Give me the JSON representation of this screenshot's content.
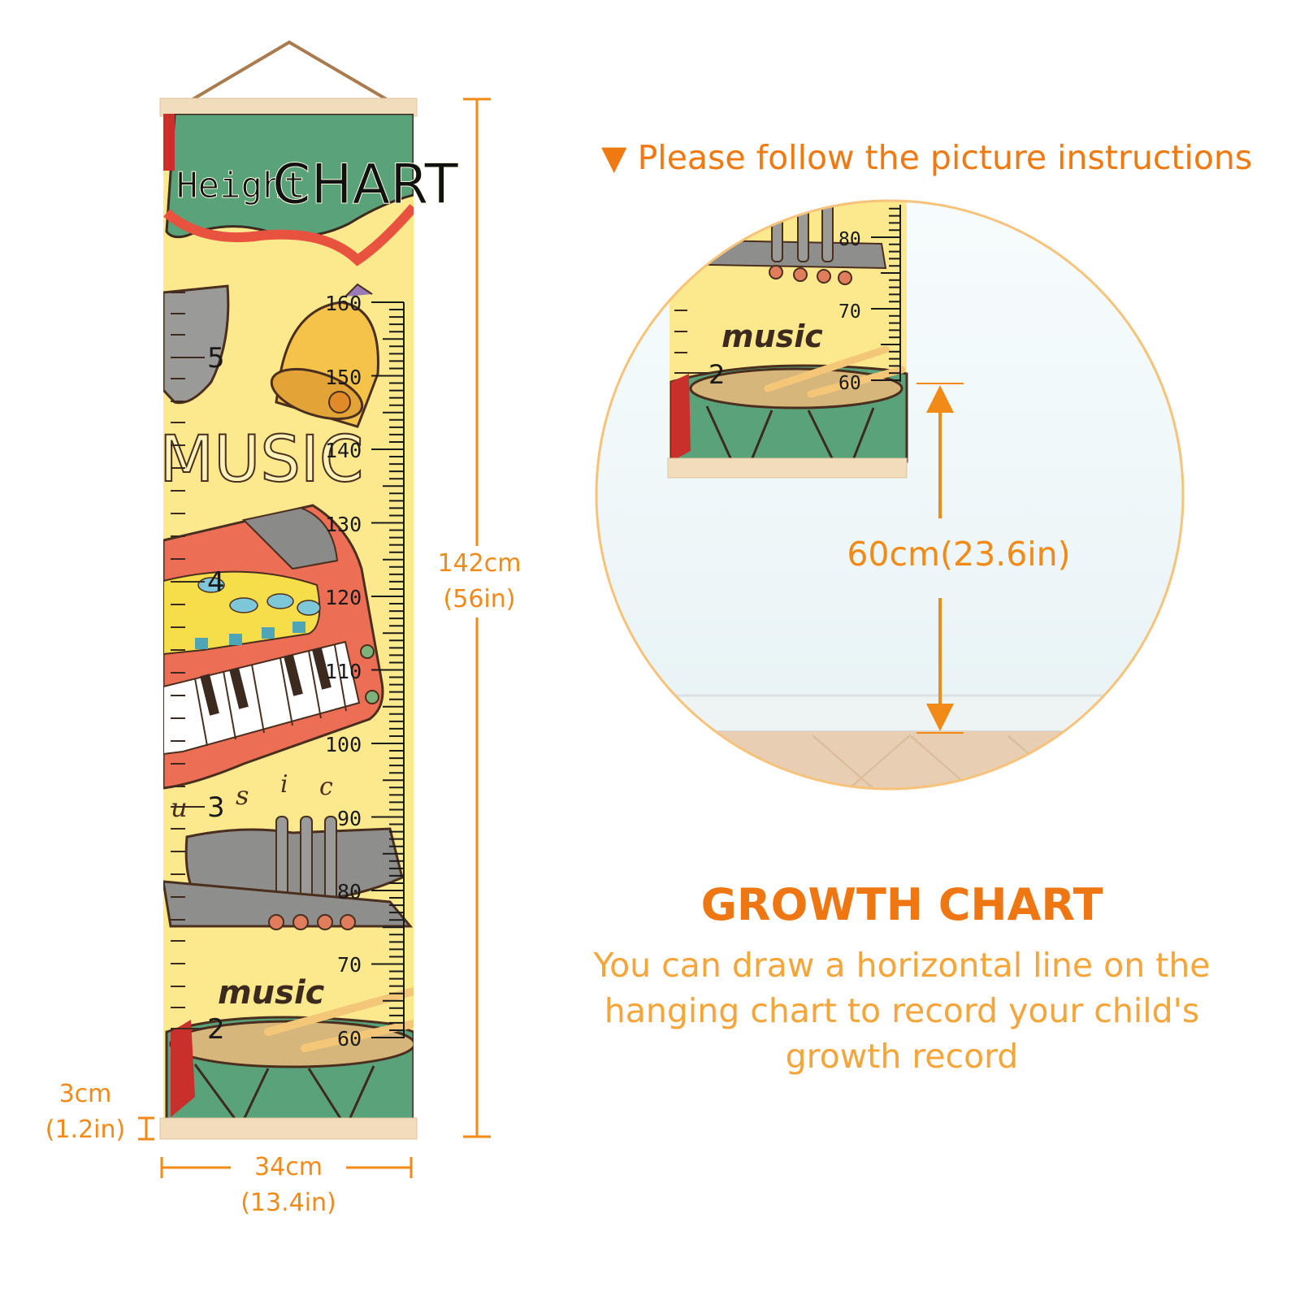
{
  "chart": {
    "title_left": "Height",
    "title_right": "CHART",
    "cm_ticks": [
      "160",
      "150",
      "140",
      "130",
      "120",
      "110",
      "100",
      "90",
      "80",
      "70",
      "60"
    ],
    "ft_ticks": [
      "5",
      "4",
      "3",
      "2"
    ],
    "art_words": [
      "MUSIC",
      "music",
      "music"
    ]
  },
  "dimensions": {
    "height_cm": "142cm",
    "height_in": "(56in)",
    "width_cm": "34cm",
    "width_in": "(13.4in)",
    "rail_cm": "3cm",
    "rail_in": "(1.2in)"
  },
  "instructions": {
    "arrow": "▼",
    "text": "Please follow the picture instructions"
  },
  "inset": {
    "cm_ticks": [
      "80",
      "70",
      "60"
    ],
    "ft_tick": "2",
    "art_word": "music",
    "floor_distance": "60cm(23.6in)"
  },
  "growth": {
    "title": "GROWTH CHART",
    "line1": "You can draw a horizontal line on the",
    "line2": "hanging chart to record your child's",
    "line3": "growth record"
  },
  "colors": {
    "accent": "#f28a18",
    "chart_bg": "#fce98e",
    "drum_green": "#5aa27a",
    "red": "#e8533f",
    "wood": "#f1dcbc"
  }
}
